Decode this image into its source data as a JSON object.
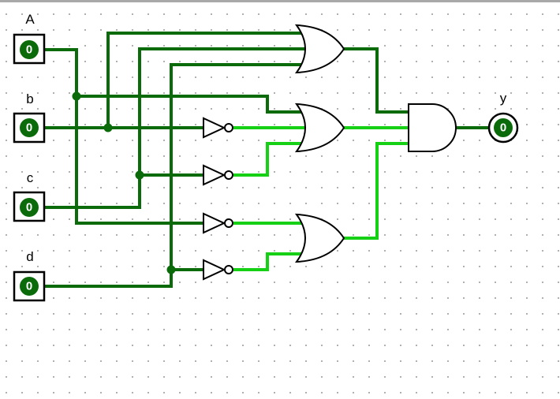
{
  "inputs": [
    {
      "label": "A",
      "value": "0"
    },
    {
      "label": "b",
      "value": "0"
    },
    {
      "label": "c",
      "value": "0"
    },
    {
      "label": "d",
      "value": "0"
    }
  ],
  "output": {
    "label": "y",
    "value": "0"
  },
  "wire_colors": {
    "low": "#0b6b0b",
    "high": "#15d015"
  }
}
